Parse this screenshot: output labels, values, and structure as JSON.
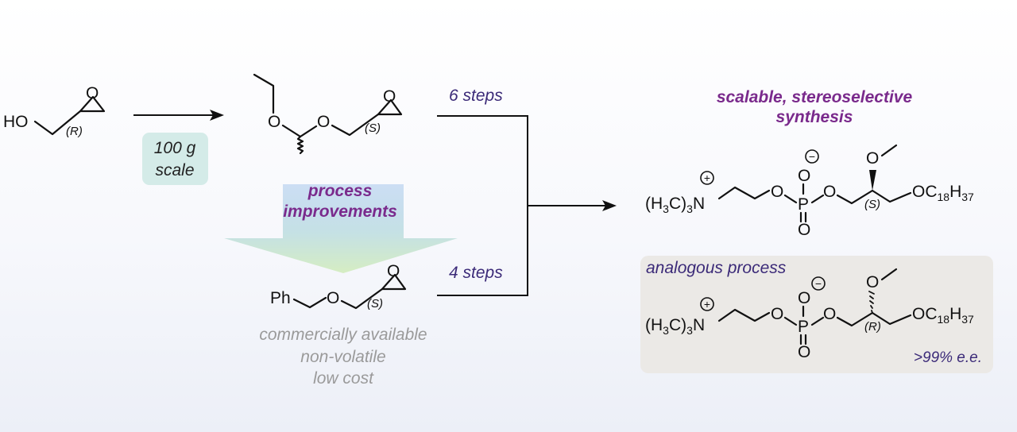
{
  "start_material": {
    "ho_label": "HO",
    "oxygen_label": "O",
    "stereo_label": "(R)"
  },
  "scale_badge": {
    "line1": "100 g",
    "line2": "scale"
  },
  "acetal_intermediate": {
    "o1_label": "O",
    "o2_label": "O",
    "o3_label": "O",
    "stereo_label": "(S)"
  },
  "process_improvements": {
    "line1": "process",
    "line2": "improvements"
  },
  "benzyl_intermediate": {
    "ph_label": "Ph",
    "o1_label": "O",
    "o2_label": "O",
    "stereo_label": "(S)"
  },
  "benzyl_notes": [
    "commercially available",
    "non-volatile",
    "low cost"
  ],
  "routes": {
    "top_steps": "6 steps",
    "bottom_steps": "4 steps"
  },
  "target": {
    "headline_line1": "scalable, stereoselective",
    "headline_line2": "synthesis",
    "ammonium_head": "(H",
    "ammonium_c": "C)",
    "ammonium_n": "N",
    "sub3": "3",
    "plus": "+",
    "minus": "−",
    "o_label": "O",
    "p_label": "P",
    "tail_oc": "OC",
    "tail_h": "H",
    "sub18": "18",
    "sub37": "37",
    "stereo_label": "(S)"
  },
  "analog": {
    "title": "analogous process",
    "stereo_label": "(R)",
    "ee": ">99% e.e."
  },
  "colors": {
    "headline": "#7a2a8c",
    "steps_text": "#3b2a78",
    "badge_bg": "#d4ebe8",
    "analog_box_bg": "#ebe9e6",
    "gray_text": "#9a9a9a",
    "arrow_gradient_top": "#a8c8ec",
    "arrow_gradient_bottom": "#d2ecbc"
  }
}
